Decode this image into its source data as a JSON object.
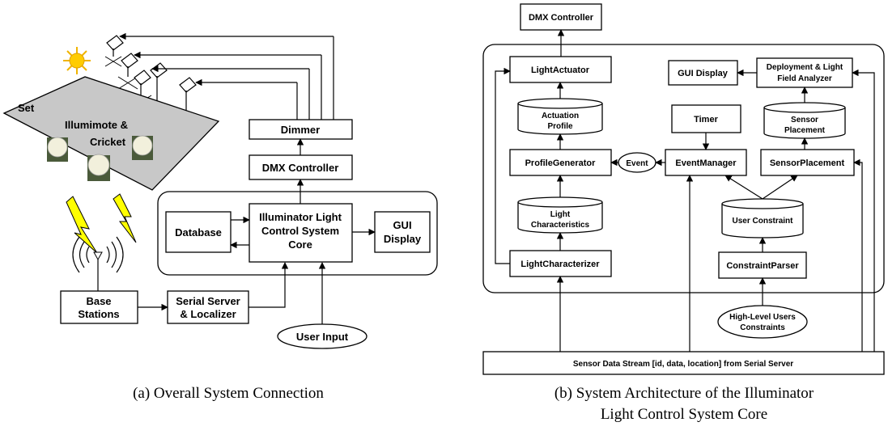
{
  "left": {
    "set_label": "Set",
    "illumimote_line1": "Illumimote &",
    "illumimote_line2": "Cricket",
    "base_line1": "Base",
    "base_line2": "Stations",
    "serial_line1": "Serial Server",
    "serial_line2": "& Localizer",
    "user_input": "User Input",
    "database": "Database",
    "core_line1": "Illuminator Light",
    "core_line2": "Control System",
    "core_line3": "Core",
    "gui_line1": "GUI",
    "gui_line2": "Display",
    "dmx": "DMX Controller",
    "dimmer": "Dimmer",
    "caption": "(a) Overall System Connection"
  },
  "right": {
    "dmx": "DMX Controller",
    "light_actuator": "LightActuator",
    "actuation_line1": "Actuation",
    "actuation_line2": "Profile",
    "profile_generator": "ProfileGenerator",
    "event": "Event",
    "light_char_line1": "Light",
    "light_char_line2": "Characteristics",
    "light_characterizer": "LightCharacterizer",
    "gui_display": "GUI Display",
    "deploy_line1": "Deployment & Light",
    "deploy_line2": "Field Analyzer",
    "timer": "Timer",
    "sensor_place_line1": "Sensor",
    "sensor_place_line2": "Placement",
    "event_manager": "EventManager",
    "sensor_placement": "SensorPlacement",
    "user_constraint": "User Constraint",
    "constraint_parser": "ConstraintParser",
    "high_line1": "High-Level Users",
    "high_line2": "Constraints",
    "stream": "Sensor Data Stream [id, data, location] from Serial Server",
    "caption_line1": "(b) System Architecture of the Illuminator",
    "caption_line2": "Light Control System Core"
  }
}
